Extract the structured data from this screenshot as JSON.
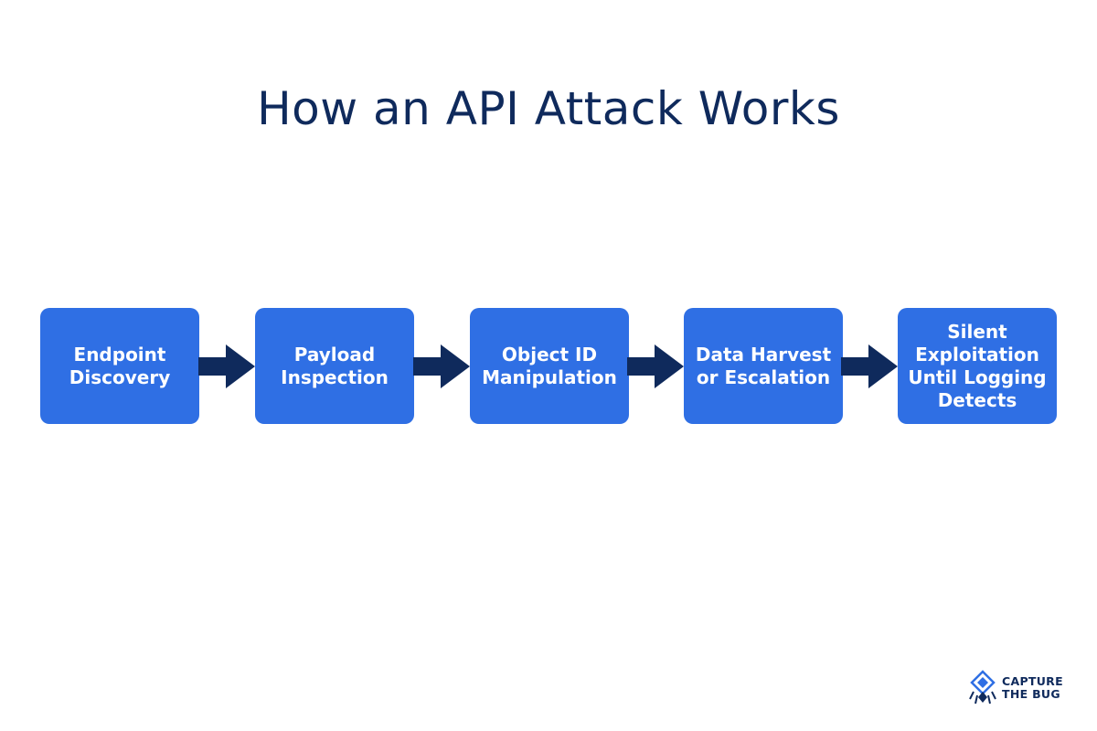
{
  "title": "How an API Attack Works",
  "steps": [
    {
      "label": "Endpoint\nDiscovery"
    },
    {
      "label": "Payload\nInspection"
    },
    {
      "label": "Object ID\nManipulation"
    },
    {
      "label": "Data Harvest\nor Escalation"
    },
    {
      "label": "Silent\nExploitation\nUntil Logging\nDetects"
    }
  ],
  "logo": {
    "text": "CAPTURE\nTHE BUG"
  },
  "colors": {
    "step_fill": "#2f6fe4",
    "arrow_fill": "#0f2a5c",
    "title_text": "#0f2a5c"
  }
}
